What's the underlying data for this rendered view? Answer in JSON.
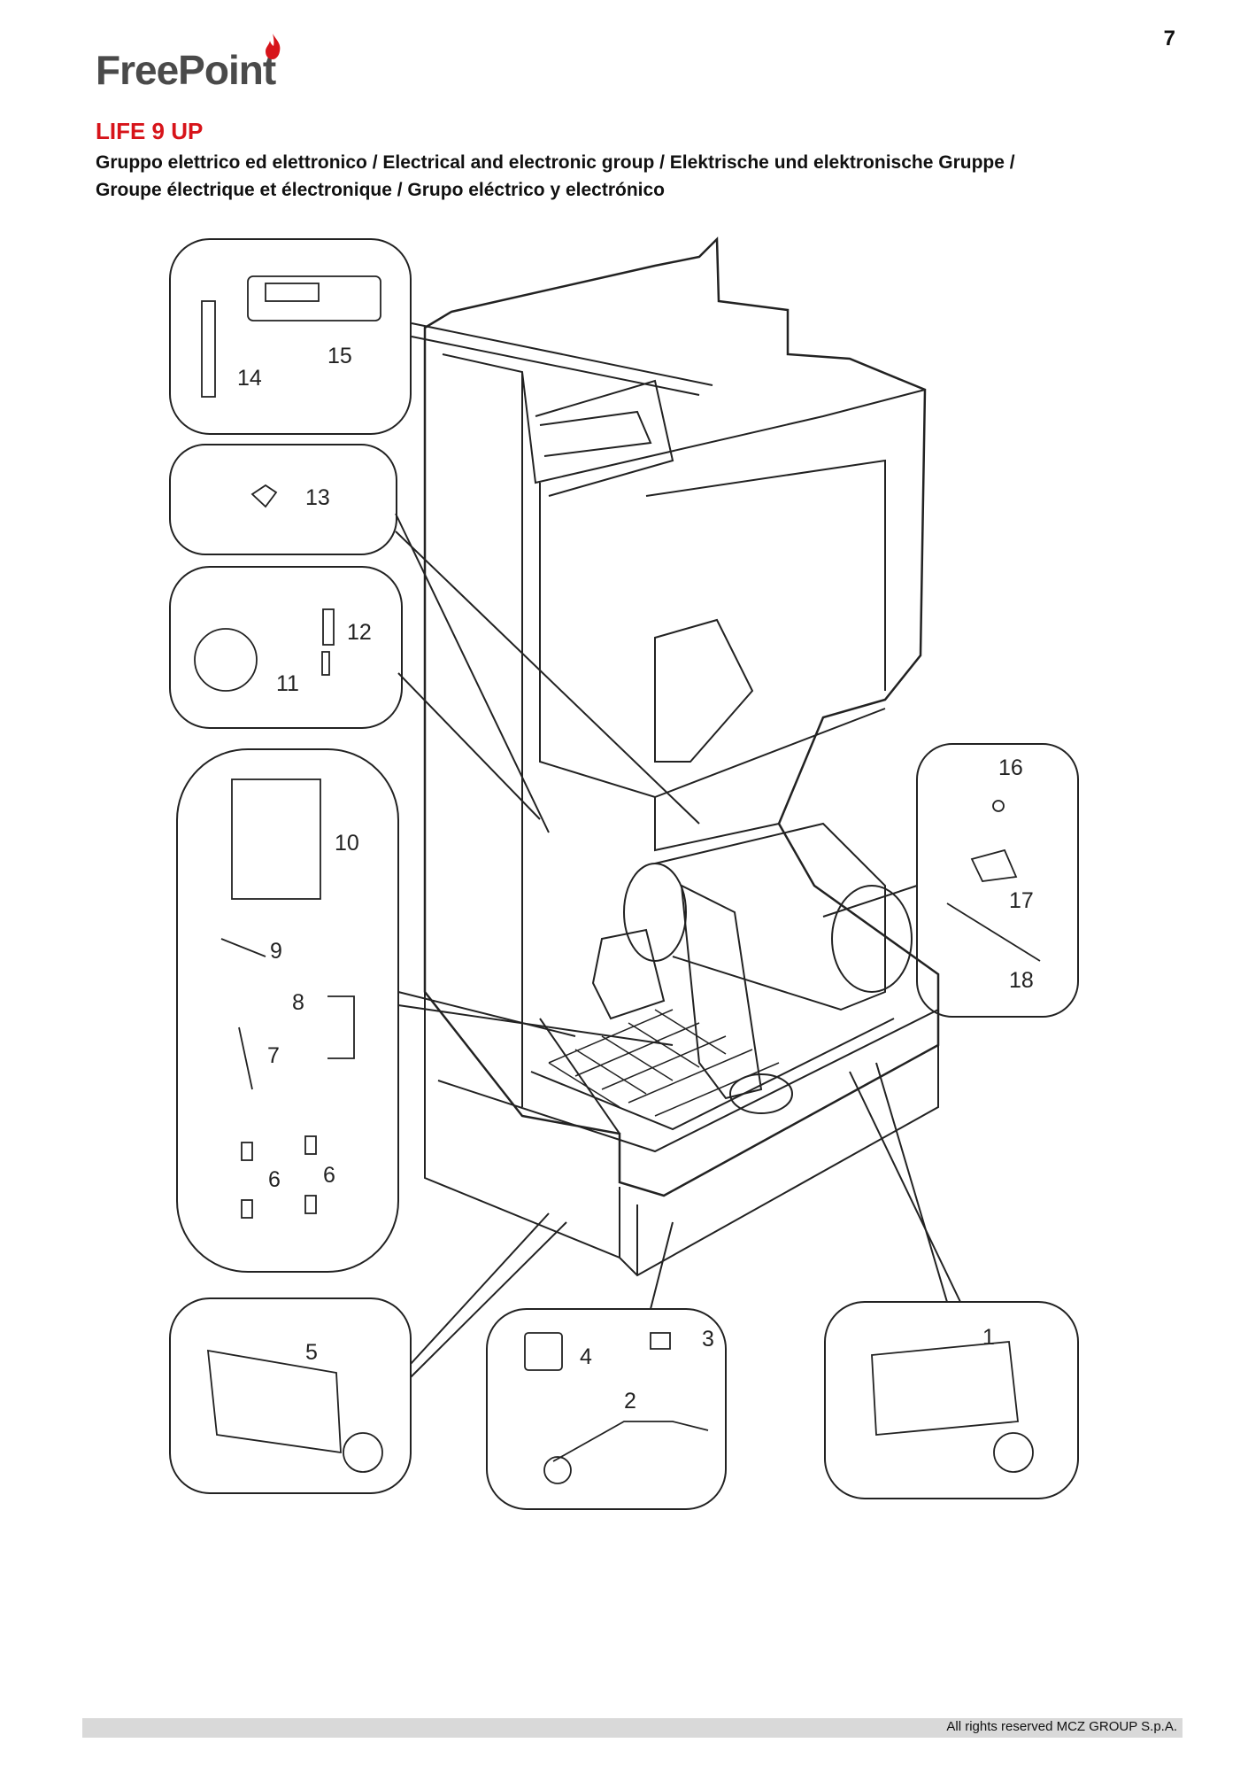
{
  "page": {
    "number": "7"
  },
  "brand": {
    "name": "FreePoint",
    "flame_color": "#d7141a",
    "text_color": "#4a4a4a"
  },
  "header": {
    "model": "LIFE 9 UP",
    "model_color": "#d7141a",
    "subtitle_line1": "Gruppo elettrico ed elettronico / Electrical and electronic group / Elektrische und elektronische Gruppe /",
    "subtitle_line2": "Groupe électrique et électronique / Grupo eléctrico y electrónico"
  },
  "diagram": {
    "callouts": [
      "1",
      "2",
      "3",
      "4",
      "5",
      "6",
      "6",
      "7",
      "8",
      "9",
      "10",
      "11",
      "12",
      "13",
      "14",
      "15",
      "16",
      "17",
      "18"
    ]
  },
  "footer": {
    "copyright": "All rights reserved MCZ GROUP S.p.A."
  }
}
